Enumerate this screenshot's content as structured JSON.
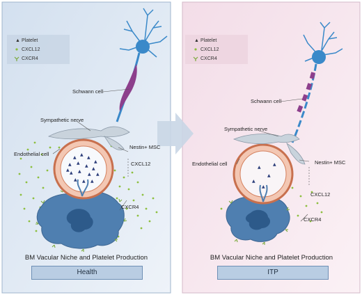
{
  "colors": {
    "health_bg": "#dfe8f3",
    "itp_bg": "#f6e7ee",
    "neuron": "#3a89c9",
    "schwann": "#8d3f8c",
    "vessel": "#c8704e",
    "vessel_cell": "#e8a485",
    "megakaryocyte": "#4f7fb0",
    "platelet": "#2c3e7a",
    "cxcl12": "#8dbf3f",
    "cxcr4": "#7aa93a",
    "msc": "#c9d3dc",
    "state_box": "#b9cde3"
  },
  "panels": [
    {
      "state": "Health",
      "caption": "BM Vacular Niche and Platelet Production",
      "legend": [
        {
          "icon": "platelet-icon",
          "label": "Platelet"
        },
        {
          "icon": "cxcl12-dot-icon",
          "label": "CXCL12"
        },
        {
          "icon": "cxcr4-receptor-icon",
          "label": "CXCR4"
        }
      ],
      "labels": {
        "schwann": "Schwann cell",
        "sympathetic": "Sympathetic nerve",
        "endothelial": "Endothelial cell",
        "nestin": "Nestin+ MSC",
        "cxcl12": "CXCL12",
        "cxcr4": "CXCR4"
      }
    },
    {
      "state": "ITP",
      "caption": "BM Vacular Niche and Platelet Production",
      "legend": [
        {
          "icon": "platelet-icon",
          "label": "Platelet"
        },
        {
          "icon": "cxcl12-dot-icon",
          "label": "CXCL12"
        },
        {
          "icon": "cxcr4-receptor-icon",
          "label": "CXCR4"
        }
      ],
      "labels": {
        "schwann": "Schwann cell",
        "sympathetic": "Sympathetic nerve",
        "endothelial": "Endothelial cell",
        "nestin": "Nestin+ MSC",
        "cxcl12": "CXCL12",
        "cxcr4": "CXCR4"
      }
    }
  ]
}
